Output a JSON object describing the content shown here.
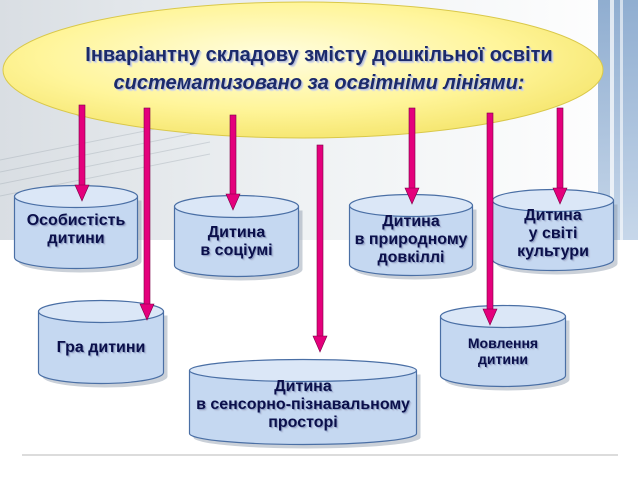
{
  "title": {
    "line1": "Інваріантну складову змісту дошкільної освіти",
    "line2": "систематизовано за освітніми лініями:"
  },
  "lines": [
    {
      "id": "personality",
      "label": "Особистість\nдитини"
    },
    {
      "id": "society",
      "label": "Дитина\nв соціумі"
    },
    {
      "id": "nature",
      "label": "Дитина\nв природному\nдовкіллі"
    },
    {
      "id": "culture",
      "label": "Дитина\nу світі\nкультури"
    },
    {
      "id": "play",
      "label": "Гра дитини"
    },
    {
      "id": "speech",
      "label": "Мовлення\nдитини"
    },
    {
      "id": "sensory",
      "label": "Дитина\nв сенсорно-пізнавальному\nпросторі"
    }
  ],
  "colors": {
    "ellipse_fill": "#fff7a8",
    "cylinder_fill": "#c5d8f1",
    "cylinder_stroke": "#4a6fa5",
    "arrow": "#e4007c",
    "text": "#0b0f4a"
  }
}
